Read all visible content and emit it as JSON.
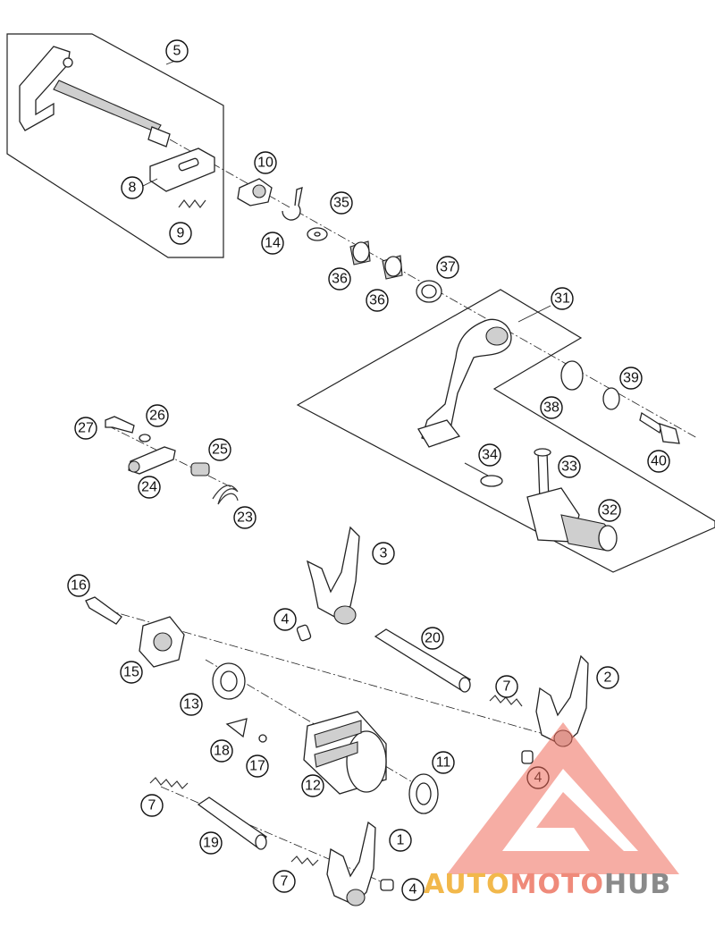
{
  "callouts": [
    {
      "id": "c5",
      "label": "5"
    },
    {
      "id": "c8",
      "label": "8"
    },
    {
      "id": "c9",
      "label": "9"
    },
    {
      "id": "c10",
      "label": "10"
    },
    {
      "id": "c14",
      "label": "14"
    },
    {
      "id": "c35",
      "label": "35"
    },
    {
      "id": "c36a",
      "label": "36"
    },
    {
      "id": "c36b",
      "label": "36"
    },
    {
      "id": "c37",
      "label": "37"
    },
    {
      "id": "c31",
      "label": "31"
    },
    {
      "id": "c39",
      "label": "39"
    },
    {
      "id": "c38",
      "label": "38"
    },
    {
      "id": "c40",
      "label": "40"
    },
    {
      "id": "c34",
      "label": "34"
    },
    {
      "id": "c33",
      "label": "33"
    },
    {
      "id": "c32",
      "label": "32"
    },
    {
      "id": "c27",
      "label": "27"
    },
    {
      "id": "c26",
      "label": "26"
    },
    {
      "id": "c25",
      "label": "25"
    },
    {
      "id": "c24",
      "label": "24"
    },
    {
      "id": "c23",
      "label": "23"
    },
    {
      "id": "c3",
      "label": "3"
    },
    {
      "id": "c16",
      "label": "16"
    },
    {
      "id": "c4a",
      "label": "4"
    },
    {
      "id": "c20",
      "label": "20"
    },
    {
      "id": "c15",
      "label": "15"
    },
    {
      "id": "c2",
      "label": "2"
    },
    {
      "id": "c7a",
      "label": "7"
    },
    {
      "id": "c13",
      "label": "13"
    },
    {
      "id": "c18",
      "label": "18"
    },
    {
      "id": "c17",
      "label": "17"
    },
    {
      "id": "c4b",
      "label": "4"
    },
    {
      "id": "c11",
      "label": "11"
    },
    {
      "id": "c12",
      "label": "12"
    },
    {
      "id": "c7b",
      "label": "7"
    },
    {
      "id": "c1",
      "label": "1"
    },
    {
      "id": "c19",
      "label": "19"
    },
    {
      "id": "c7c",
      "label": "7"
    },
    {
      "id": "c4c",
      "label": "4"
    }
  ],
  "watermark": {
    "part1": "AUTO",
    "part2": "MOTO",
    "part3": "HUB",
    "colors": {
      "auto": "#f2b84b",
      "moto": "#ef8a7a",
      "hub": "#8a8a8a",
      "triangle": "#ef6a5a"
    }
  }
}
